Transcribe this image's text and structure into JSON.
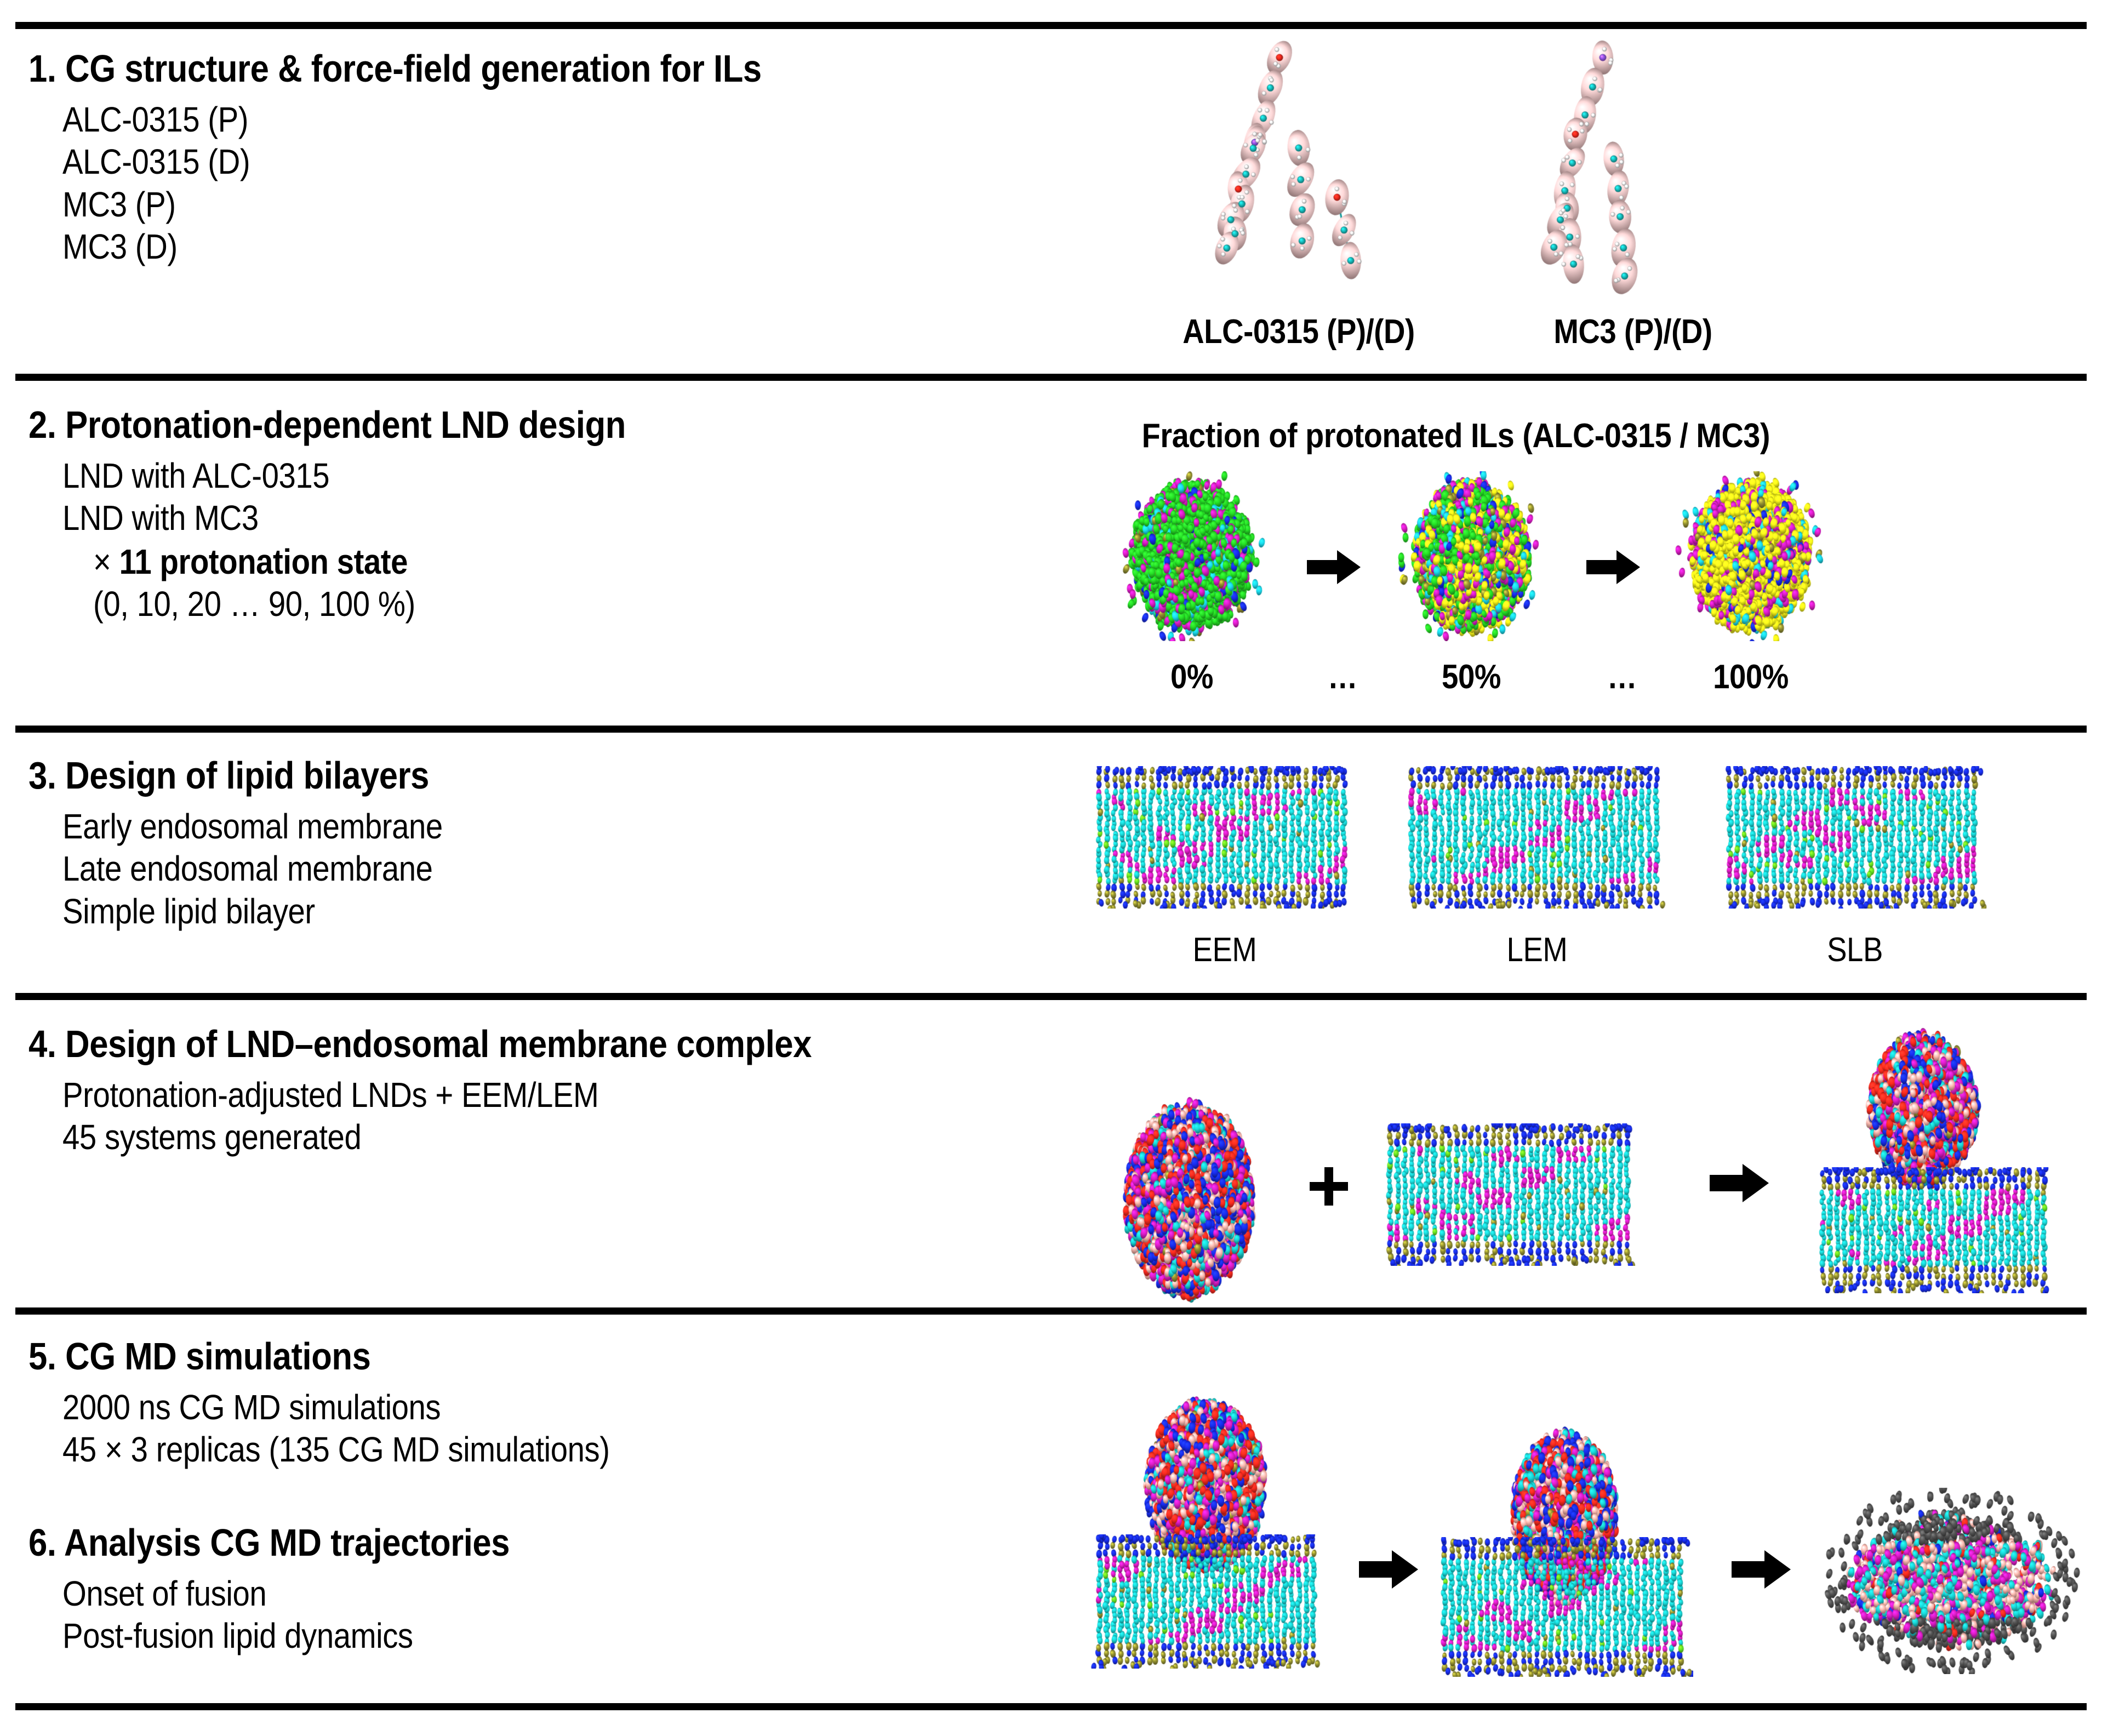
{
  "figure": {
    "kind": "workflow-diagram",
    "background": "#ffffff"
  },
  "sections": [
    {
      "number": "1.",
      "heading": "1. CG structure & force-field generation for ILs",
      "items": [
        "ALC-0315 (P)",
        "ALC-0315 (D)",
        "MC3 (P)",
        "MC3 (D)"
      ],
      "figure_labels": [
        "ALC-0315 (P)/(D)",
        "MC3 (P)/(D)"
      ]
    },
    {
      "number": "2.",
      "heading": "2. Protonation-dependent LND design",
      "items": [
        "LND with ALC-0315",
        "LND with MC3"
      ],
      "multiplier_symbol": "×",
      "multiplier_text": "11 protonation state",
      "range_text": "(0, 10, 20 … 90, 100 %)",
      "panel_title": "Fraction of protonated ILs (ALC-0315 / MC3)",
      "figure_labels": [
        "0%",
        "50%",
        "100%"
      ],
      "ellipses": [
        "…",
        "…"
      ]
    },
    {
      "number": "3.",
      "heading": "3. Design of lipid bilayers",
      "items": [
        "Early endosomal membrane",
        "Late endosomal membrane",
        "Simple lipid bilayer"
      ],
      "figure_labels": [
        "EEM",
        "LEM",
        "SLB"
      ]
    },
    {
      "number": "4.",
      "heading": "4. Design of LND–endosomal membrane complex",
      "items": [
        "Protonation-adjusted LNDs + EEM/LEM",
        "45 systems generated"
      ],
      "operators": [
        "+",
        "→"
      ]
    },
    {
      "number": "5.",
      "heading": "5. CG MD simulations",
      "items": [
        "2000 ns CG MD simulations",
        "45 × 3 replicas (135 CG MD simulations)"
      ]
    },
    {
      "number": "6.",
      "heading": "6. Analysis CG MD trajectories",
      "items": [
        "Onset of fusion",
        "Post-fusion lipid dynamics"
      ],
      "operators": [
        "→",
        "→"
      ]
    }
  ],
  "colors": {
    "rule": "#000000",
    "text": "#000000",
    "cg_bead_pink": "#f2c3c3",
    "atom_carbon": "#17b5b5",
    "atom_oxygen": "#e8271c",
    "atom_nitrogen": "#8a4fd6",
    "atom_hydrogen": "#e8e8e8",
    "lnd_green": "#22cc22",
    "lnd_yellow": "#e8e318",
    "lnd_magenta": "#c81ab4",
    "lnd_cyan": "#18c8d8",
    "lnd_blue": "#1528d8",
    "lnd_olive": "#85822c",
    "lnd_salmon": "#f0a9a0",
    "lnd_red": "#e8271c",
    "bilayer_cyan": "#17c4c4",
    "bilayer_magenta": "#cc1ab4",
    "bilayer_green": "#5ed11e",
    "bilayer_olive": "#85822c",
    "bilayer_blue": "#1528d8",
    "postfusion_gray": "#4a4a4a"
  }
}
